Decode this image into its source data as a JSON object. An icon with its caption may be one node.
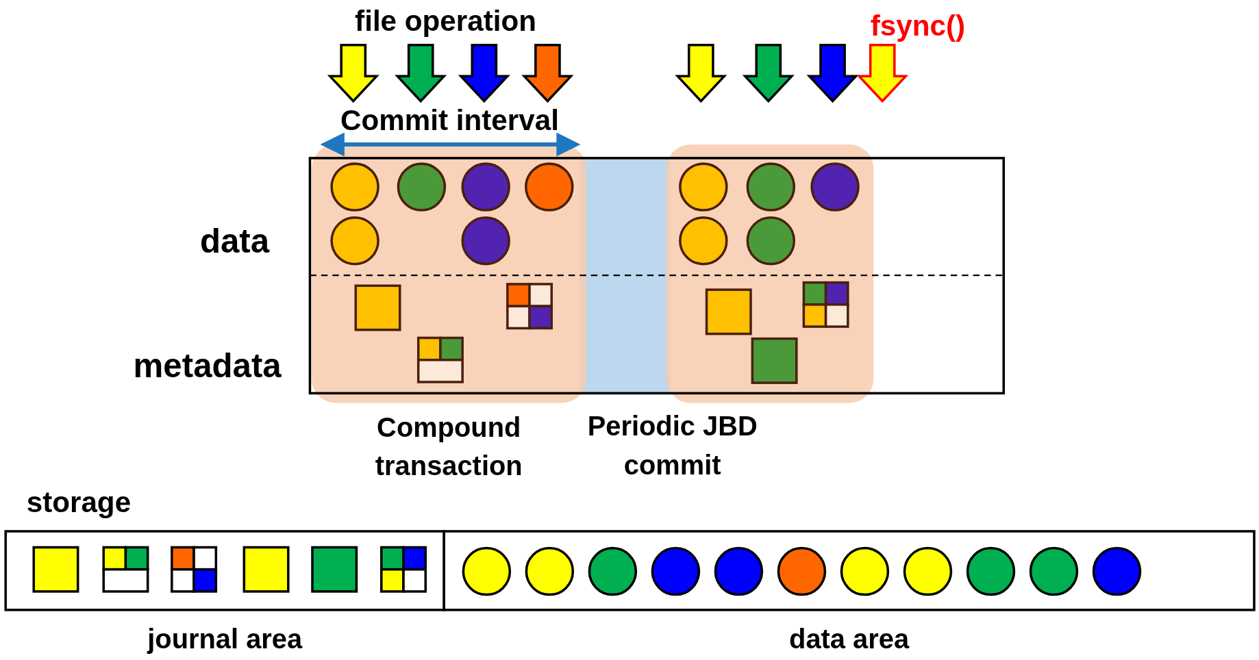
{
  "diagram": {
    "nodes": [
      {
        "text": [
          "Compound transaction"
        ]
      },
      {
        "text": [
          "Periodic JBD commit"
        ]
      },
      {
        "text": [],
        "shape": "box"
      },
      {
        "text": [
          "journal area"
        ]
      },
      {
        "text": [
          "data area"
        ]
      }
    ],
    "labels": [
      "file operation",
      "fsync()",
      "Commit interval",
      "data",
      "metadata",
      "storage"
    ]
  }
}
